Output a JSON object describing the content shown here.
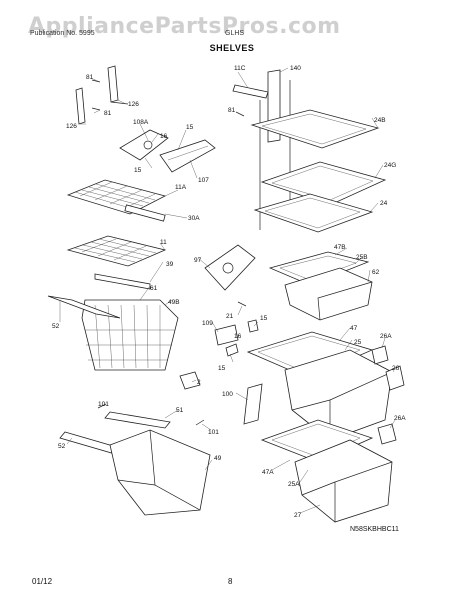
{
  "watermark": "AppliancePartsPros.com",
  "header": {
    "left": "Publication No. 5995",
    "right": "GLHS"
  },
  "title": "SHELVES",
  "diagram_code": "N58SKBHBC11",
  "footer": {
    "date": "01/12",
    "page": "8"
  },
  "labels": {
    "l81a": "81",
    "l126a": "126",
    "l81b": "81",
    "l126b": "126",
    "l108a": "108A",
    "l16": "16",
    "l15a": "15",
    "l15b": "15",
    "l107": "107",
    "l11c": "11C",
    "l140": "140",
    "l81c": "81",
    "l24b": "24B",
    "l24g": "24G",
    "l24": "24",
    "l11a": "11A",
    "l30a": "30A",
    "l11": "11",
    "l39": "39",
    "l97": "97",
    "l47b": "47B",
    "l25b": "25B",
    "l62": "62",
    "l61": "61",
    "l49b": "49B",
    "l52a": "52",
    "l21": "21",
    "l109": "109",
    "l15c": "15",
    "l16b": "16",
    "l15d": "15",
    "l47": "47",
    "l25": "25",
    "l26a": "26A",
    "l26": "26",
    "l2": "2",
    "l100": "100",
    "l101a": "101",
    "l51": "51",
    "l101b": "101",
    "l52b": "52",
    "l49": "49",
    "l26a2": "26A",
    "l47a": "47A",
    "l25a": "25A",
    "l27": "27"
  }
}
